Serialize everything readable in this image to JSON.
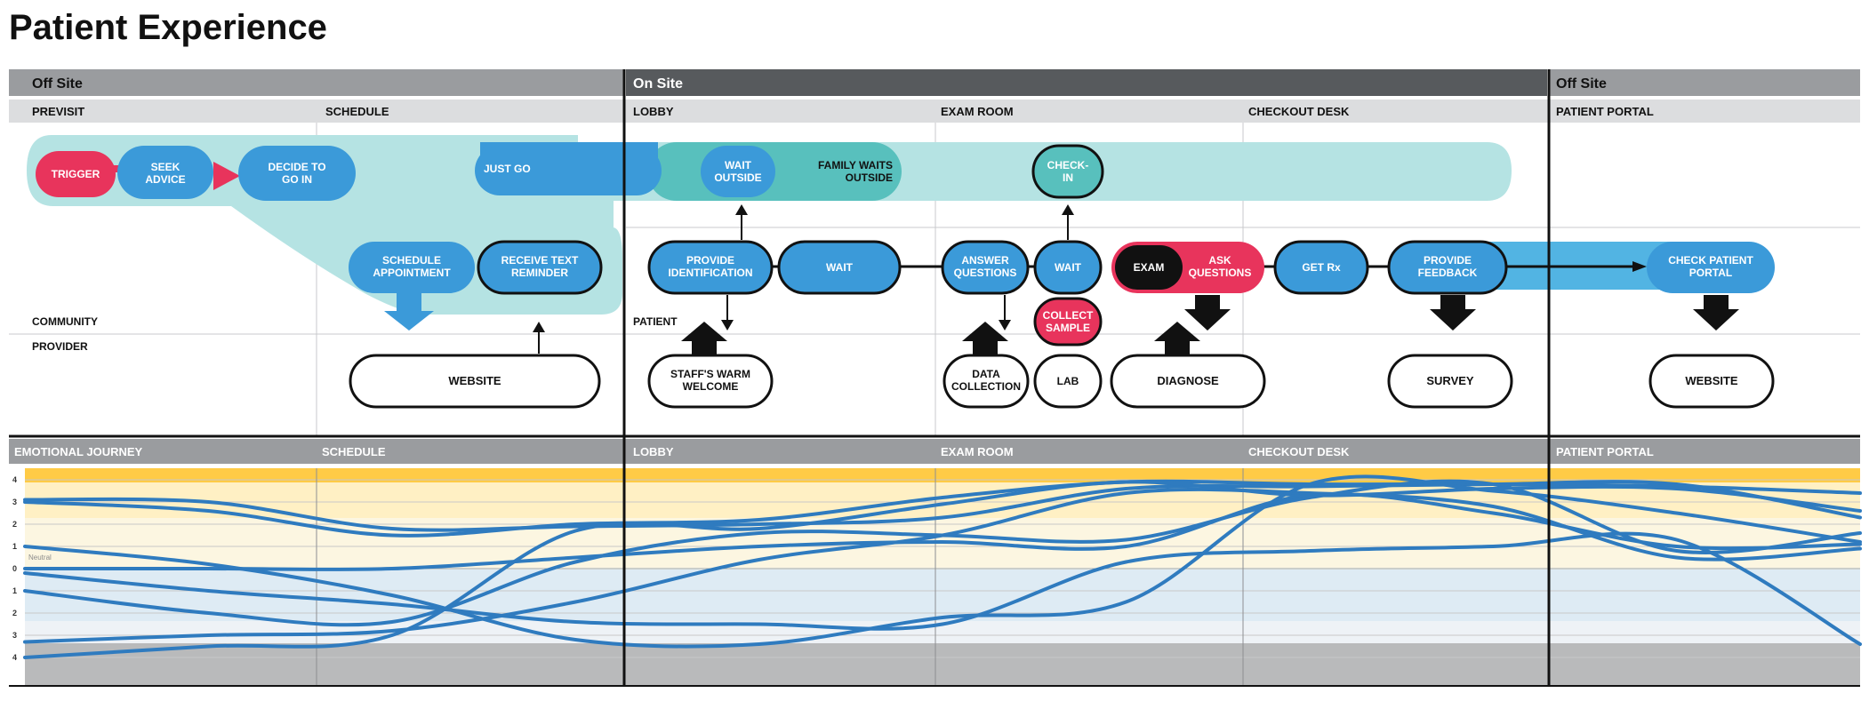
{
  "title": "Patient Experience",
  "phases": {
    "offsite_left": "Off Site",
    "onsite": "On Site",
    "offsite_right": "Off Site"
  },
  "stages": {
    "previsit": "PREVISIT",
    "schedule": "SCHEDULE",
    "lobby": "LOBBY",
    "exam_room": "EXAM ROOM",
    "checkout_desk": "CHECKOUT DESK",
    "patient_portal": "PATIENT PORTAL"
  },
  "roles": {
    "community": "COMMUNITY",
    "patient": "PATIENT",
    "provider": "PROVIDER"
  },
  "nodes": {
    "trigger": "TRIGGER",
    "seek_advice_1": "SEEK",
    "seek_advice_2": "ADVICE",
    "decide_1": "DECIDE TO",
    "decide_2": "GO IN",
    "just_go": "JUST GO",
    "wait_outside_1": "WAIT",
    "wait_outside_2": "OUTSIDE",
    "family_waits_1": "FAMILY WAITS",
    "family_waits_2": "OUTSIDE",
    "checkin_1": "CHECK-",
    "checkin_2": "IN",
    "schedule_appt_1": "SCHEDULE",
    "schedule_appt_2": "APPOINTMENT",
    "receive_text_1": "RECEIVE TEXT",
    "receive_text_2": "REMINDER",
    "provide_id_1": "PROVIDE",
    "provide_id_2": "IDENTIFICATION",
    "wait_1": "WAIT",
    "answer_q_1": "ANSWER",
    "answer_q_2": "QUESTIONS",
    "wait_2": "WAIT",
    "exam": "EXAM",
    "ask_q_1": "ASK",
    "ask_q_2": "QUESTIONS",
    "get_rx": "GET Rx",
    "provide_fb_1": "PROVIDE",
    "provide_fb_2": "FEEDBACK",
    "check_portal_1": "CHECK PATIENT",
    "check_portal_2": "PORTAL",
    "collect_1": "COLLECT",
    "collect_2": "SAMPLE",
    "website_1": "WEBSITE",
    "staff_1": "STAFF'S WARM",
    "staff_2": "WELCOME",
    "data_1": "DATA",
    "data_2": "COLLECTION",
    "lab": "LAB",
    "diagnose": "DIAGNOSE",
    "survey": "SURVEY",
    "website_2": "WEBSITE"
  },
  "emotional": {
    "header": "EMOTIONAL JOURNEY",
    "neutral": "Neutral",
    "scale_labels": [
      "4",
      "3",
      "2",
      "1",
      "0",
      "1",
      "2",
      "3",
      "4"
    ],
    "ylim": [
      -4,
      4
    ]
  },
  "colors": {
    "phase_gray": "#9a9c9f",
    "phase_dark": "#575a5d",
    "stage_gray": "#dcdddf",
    "teal_band": "#b5e3e3",
    "teal_dark": "#58c0bd",
    "blue_node": "#3b9ad9",
    "pink_node": "#e8345c",
    "line_blue": "#2f7bbf",
    "gold": "#ffcb46",
    "gold_light": "#fff0c4",
    "cream": "#fcf6e1",
    "pale_blue": "#deebf4",
    "gray_band": "#b9babb"
  },
  "chart_data": {
    "type": "line",
    "ylabel": "",
    "ylim": [
      -4,
      4
    ],
    "x": [
      0,
      10,
      20,
      30,
      40,
      50,
      60,
      70,
      80,
      90,
      100
    ],
    "series": [
      {
        "values": [
          3.1,
          3.0,
          1.8,
          1.9,
          2.0,
          2.3,
          3.6,
          3.7,
          3.8,
          3.8,
          2.3
        ]
      },
      {
        "values": [
          3.0,
          2.6,
          1.5,
          2.0,
          2.2,
          3.2,
          3.9,
          3.8,
          3.8,
          3.7,
          3.4
        ]
      },
      {
        "values": [
          0.0,
          0.0,
          0.0,
          0.5,
          1.0,
          1.2,
          1.0,
          3.3,
          2.5,
          1.0,
          1.1
        ]
      },
      {
        "values": [
          -1.0,
          -2.0,
          -2.4,
          0.3,
          1.6,
          1.5,
          1.3,
          3.2,
          3.8,
          0.8,
          1.6
        ]
      },
      {
        "values": [
          -4.0,
          -3.5,
          -3.0,
          1.7,
          1.8,
          2.9,
          3.9,
          3.3,
          3.6,
          3.6,
          2.6
        ]
      },
      {
        "values": [
          -3.3,
          -3.0,
          -2.8,
          -1.5,
          0.4,
          1.5,
          3.4,
          3.4,
          2.8,
          0.5,
          0.9
        ]
      },
      {
        "values": [
          1.0,
          0.2,
          -1.2,
          -3.2,
          -3.4,
          -2.2,
          -1.5,
          3.8,
          3.5,
          2.5,
          1.2
        ]
      },
      {
        "values": [
          -0.2,
          -1.0,
          -1.6,
          -2.4,
          -2.5,
          -2.5,
          0.3,
          0.8,
          1.0,
          1.3,
          -3.4
        ]
      }
    ]
  }
}
